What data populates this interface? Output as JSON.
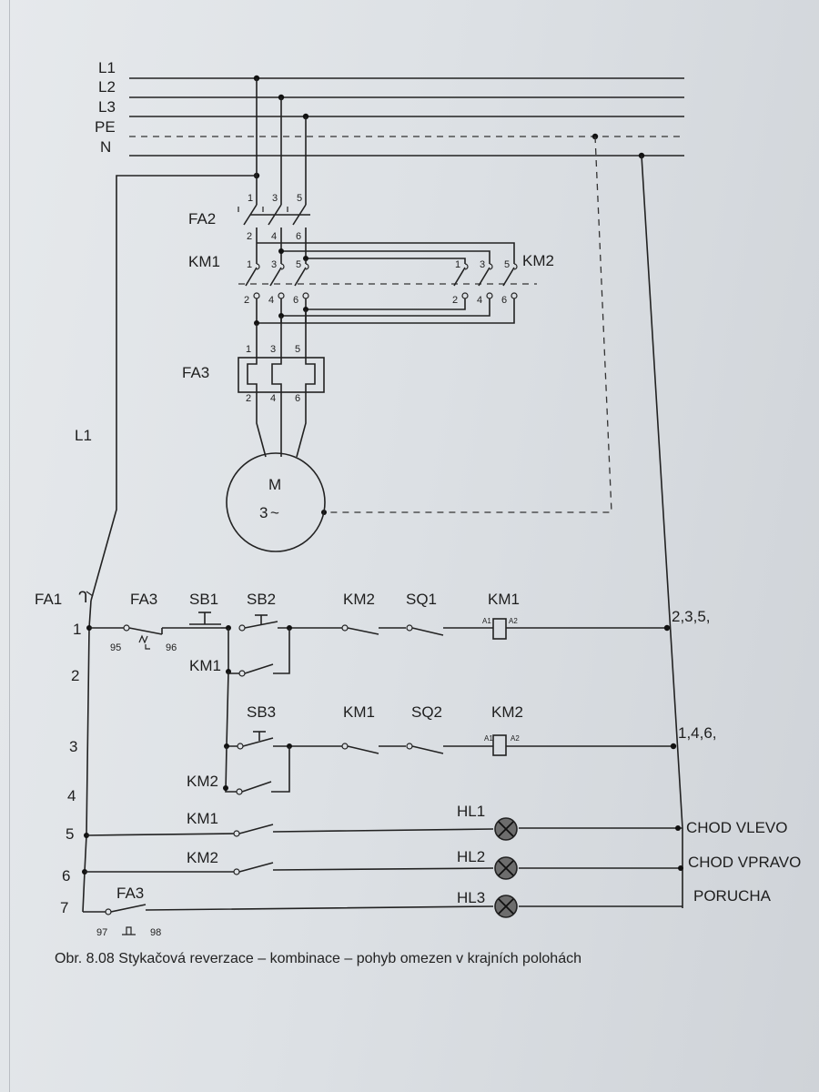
{
  "bus_labels": [
    "L1",
    "L2",
    "L3",
    "PE",
    "N"
  ],
  "labels": {
    "fa2": "FA2",
    "km1": "KM1",
    "km2": "KM2",
    "fa3": "FA3",
    "l1_left": "L1",
    "motor_m": "M",
    "motor_3": "3",
    "motor_tilde": "~",
    "fa1": "FA1",
    "fa3_ctrl": "FA3",
    "sb1": "SB1",
    "sb2": "SB2",
    "km2_r1": "KM2",
    "sq1": "SQ1",
    "km1_coil": "KM1",
    "km1_hold": "KM1",
    "sb3": "SB3",
    "km1_r3": "KM1",
    "sq2": "SQ2",
    "km2_coil": "KM2",
    "km2_hold": "KM2",
    "km1_lamp": "KM1",
    "km2_lamp": "KM2",
    "fa3_lamp": "FA3",
    "hl1": "HL1",
    "hl2": "HL2",
    "hl3": "HL3",
    "coil_a1": "A1",
    "coil_a2": "A2",
    "coil2_a1": "A1",
    "coil2_a2": "A2"
  },
  "terminals": {
    "fa2_top": [
      "1",
      "3",
      "5"
    ],
    "fa2_bot": [
      "2",
      "4",
      "6"
    ],
    "km1_top": [
      "1",
      "3",
      "5"
    ],
    "km1_bot": [
      "2",
      "4",
      "6"
    ],
    "km2_top": [
      "1",
      "3",
      "5"
    ],
    "km2_bot": [
      "2",
      "4",
      "6"
    ],
    "fa3_top": [
      "1",
      "3",
      "5"
    ],
    "fa3_bot": [
      "2",
      "4",
      "6"
    ],
    "fa3_ctrl": [
      "95",
      "96"
    ],
    "fa3_lamp": [
      "97",
      "98"
    ]
  },
  "row_numbers": [
    "1",
    "2",
    "3",
    "4",
    "5",
    "6",
    "7"
  ],
  "references": {
    "row1": "2,3,5,",
    "row3": "1,4,6,"
  },
  "outputs": {
    "hl1": "CHOD VLEVO",
    "hl2": "CHOD VPRAVO",
    "hl3": "PORUCHA"
  },
  "caption": "Obr. 8.08 Stykačová reverzace – kombinace – pohyb omezen v krajních polohách"
}
